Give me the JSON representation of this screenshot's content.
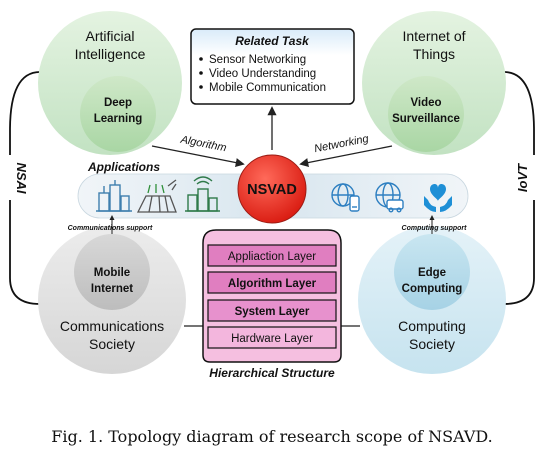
{
  "circles": {
    "ai": {
      "outer_label_1": "Artificial",
      "outer_label_2": "Intelligence",
      "inner_label_1": "Deep",
      "inner_label_2": "Learning"
    },
    "iot": {
      "outer_label_1": "Internet of",
      "outer_label_2": "Things",
      "inner_label_1": "Video",
      "inner_label_2": "Surveillance"
    },
    "comm": {
      "outer_label_1": "Communications",
      "outer_label_2": "Society",
      "inner_label_1": "Mobile",
      "inner_label_2": "Internet"
    },
    "compute": {
      "outer_label_1": "Computing",
      "outer_label_2": "Society",
      "inner_label_1": "Edge",
      "inner_label_2": "Computing"
    }
  },
  "related_task": {
    "title": "Related Task",
    "items": [
      "Sensor Networking",
      "Video Understanding",
      "Mobile Communication"
    ]
  },
  "center_label": "NSVAD",
  "applications_label": "Applications",
  "edges": {
    "algorithm": "Algorithm",
    "networking": "Networking"
  },
  "side_labels": {
    "left": "NSAI",
    "right": "IoVT"
  },
  "support_labels": {
    "communications": "Communications support",
    "computing": "Computing support"
  },
  "layers": [
    "Appliaction Layer",
    "Algorithm Layer",
    "System Layer",
    "Hardware Layer"
  ],
  "hierarchical_label": "Hierarchical Structure",
  "caption": "Fig. 1.  Topology diagram of research scope of NSAVD.",
  "icons": [
    "factory-icon",
    "farmland-icon",
    "smart-city-icon",
    "globe-phone-icon",
    "globe-vehicle-icon",
    "care-hands-icon"
  ],
  "colors": {
    "green_circle": "#c6e3c6",
    "gray_circle": "#d9d9d9",
    "blue_circle": "#d2e8f1",
    "center_red": "#e8231c",
    "layer_pink": "#e58ac6",
    "task_blue": "#cfe3f5"
  }
}
